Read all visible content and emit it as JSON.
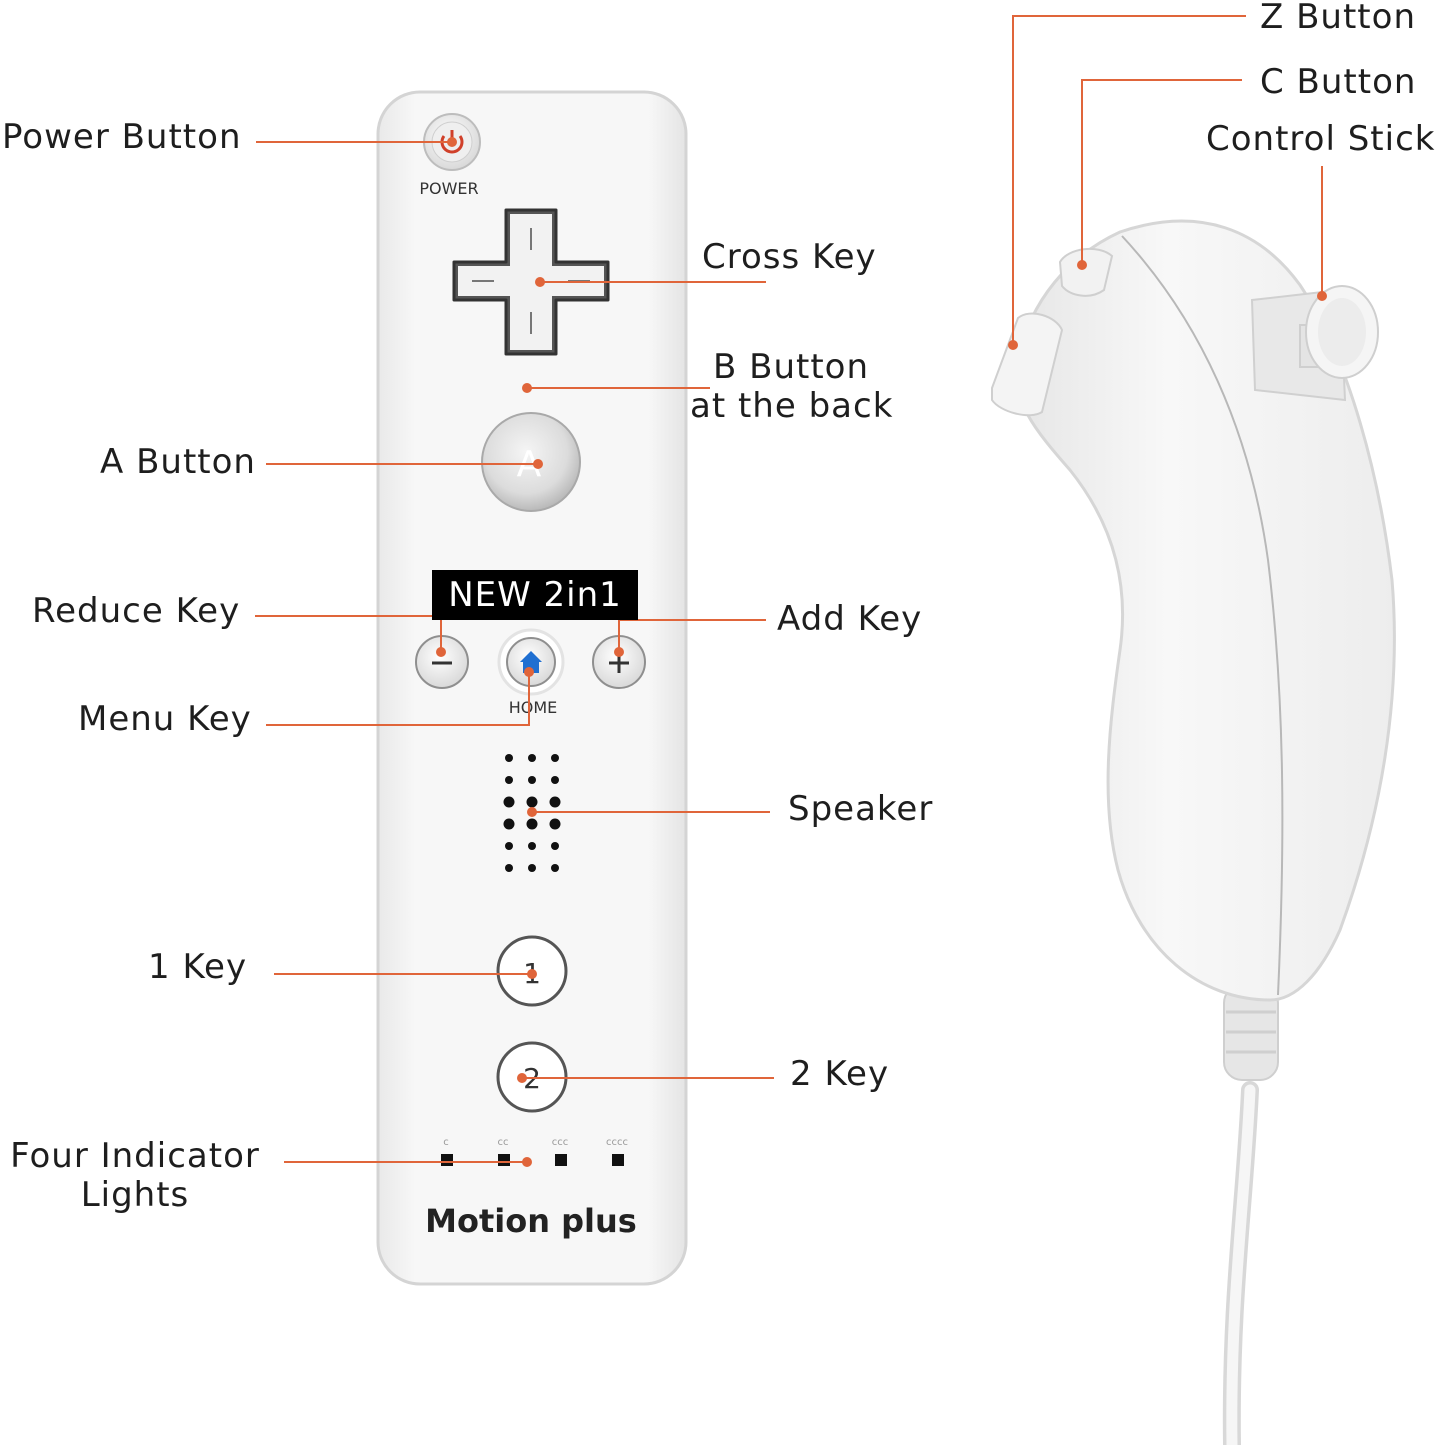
{
  "remote": {
    "power_text": "POWER",
    "home_text": "HOME",
    "a_glyph": "A",
    "key1_glyph": "1",
    "key2_glyph": "2",
    "badge": "NEW 2in1",
    "brand": "Motion plus",
    "indicator_marks": [
      "c",
      "cc",
      "ccc",
      "cccc"
    ]
  },
  "labels": {
    "power_button": "Power Button",
    "cross_key": "Cross Key",
    "b_button_line1": "B Button",
    "b_button_line2": "at the back",
    "a_button": "A Button",
    "reduce_key": "Reduce Key",
    "add_key": "Add Key",
    "menu_key": "Menu Key",
    "speaker": "Speaker",
    "key_1": "1 Key",
    "key_2": "2 Key",
    "indicator_line1": "Four Indicator",
    "indicator_line2": "Lights",
    "z_button": "Z Button",
    "c_button": "C Button",
    "control_stick": "Control Stick"
  },
  "colors": {
    "leader": "#e0653a",
    "body": "#f3f3f3",
    "outline": "#d6d6d6",
    "home_icon": "#1f6fd1"
  }
}
